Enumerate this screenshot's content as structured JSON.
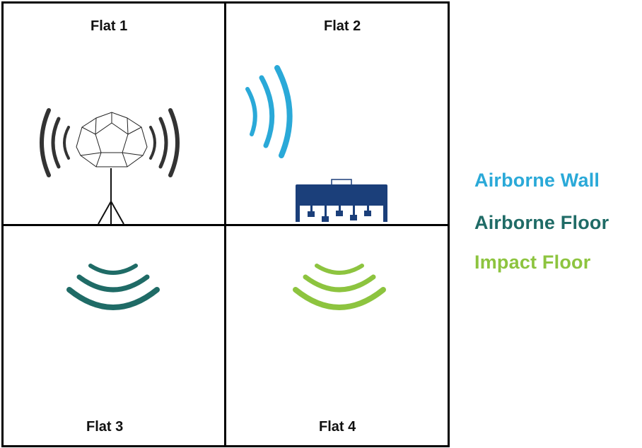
{
  "flats": [
    {
      "label": "Flat 1"
    },
    {
      "label": "Flat 2"
    },
    {
      "label": "Flat 3"
    },
    {
      "label": "Flat 4"
    }
  ],
  "legend": [
    {
      "label": "Airborne Wall",
      "color": "#2aa9d8"
    },
    {
      "label": "Airborne Floor",
      "color": "#1f6b66"
    },
    {
      "label": "Impact Floor",
      "color": "#8dc43f"
    }
  ],
  "icons": {
    "speaker": "dodecahedron-speaker-icon",
    "tapping_machine": "tapping-machine-icon",
    "sound_wave": "sound-wave-icon"
  },
  "colors": {
    "wall": "#000000",
    "speaker_waves": "#333333",
    "tapping_machine": "#1b3f7a"
  }
}
